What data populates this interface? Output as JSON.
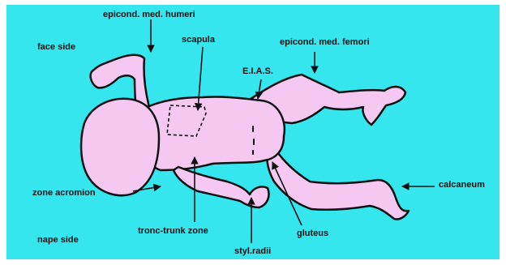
{
  "labels": {
    "epicond_humeri": "epicond. med. humeri",
    "scapula": "scapula",
    "epicond_femori": "epicond. med. femori",
    "face_side": "face side",
    "eias": "E.I.A.S.",
    "zone_acromion": "zone acromion",
    "calcaneum": "calcaneum",
    "tronc_trunk": "tronc-trunk zone",
    "gluteus": "gluteus",
    "nape_side": "nape side",
    "styl_radii": "styl.radii"
  },
  "colors": {
    "background": "#35e6ef",
    "body_fill": "#f5c8f2",
    "outline": "#111111"
  }
}
